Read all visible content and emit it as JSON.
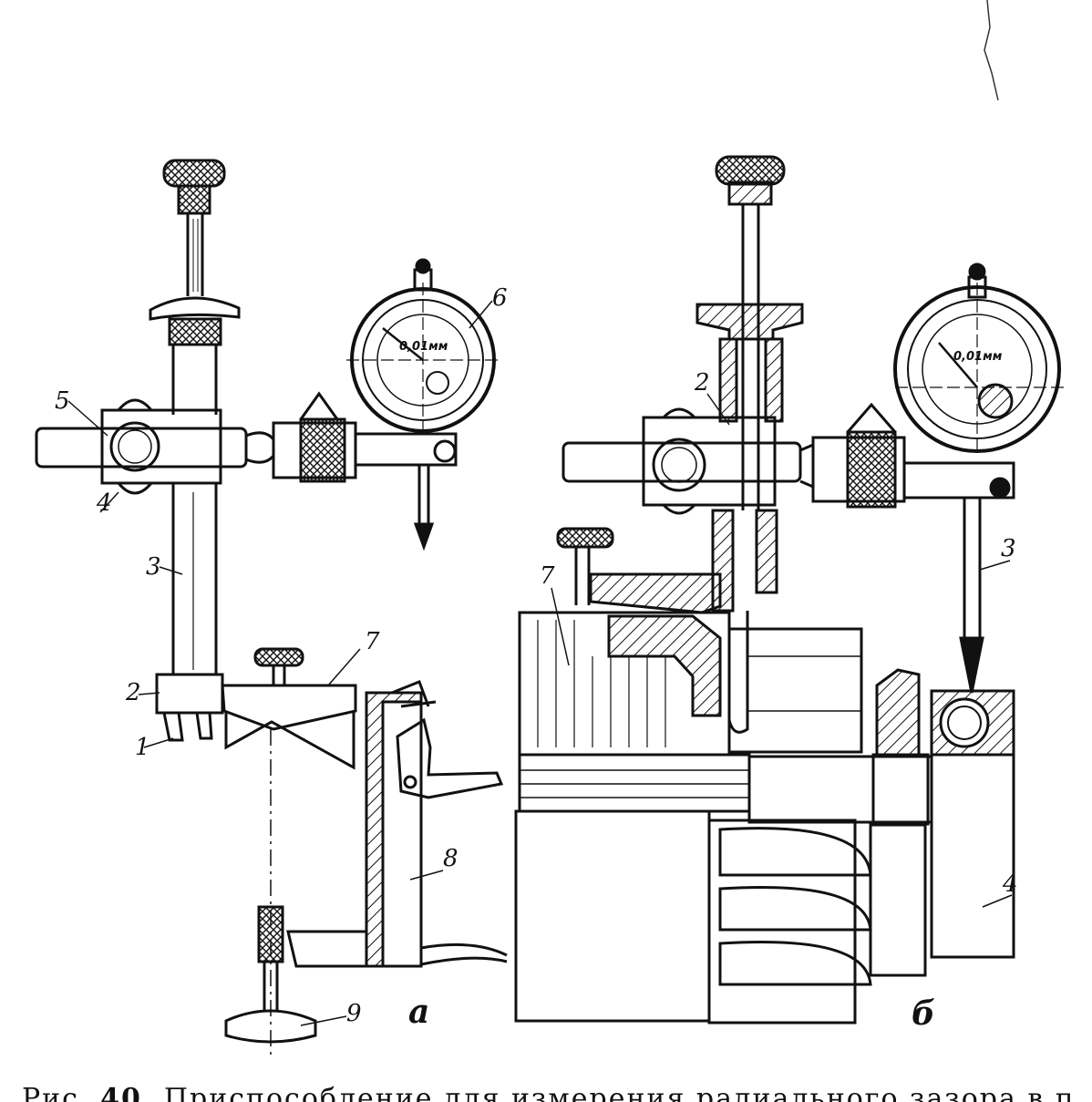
{
  "figure": {
    "labels_a": [
      "1",
      "2",
      "3",
      "4",
      "5",
      "6",
      "7",
      "8",
      "9"
    ],
    "labels_b": [
      "2",
      "3",
      "4",
      "7"
    ],
    "sub_a": "а",
    "sub_b": "б",
    "dial_a_scale": "0,01мм",
    "dial_b_scale": "0,01мм"
  },
  "caption": {
    "prefix": "Рис.",
    "number": "40.",
    "text": "Приспособление для измерения радиального зазора в под-"
  }
}
